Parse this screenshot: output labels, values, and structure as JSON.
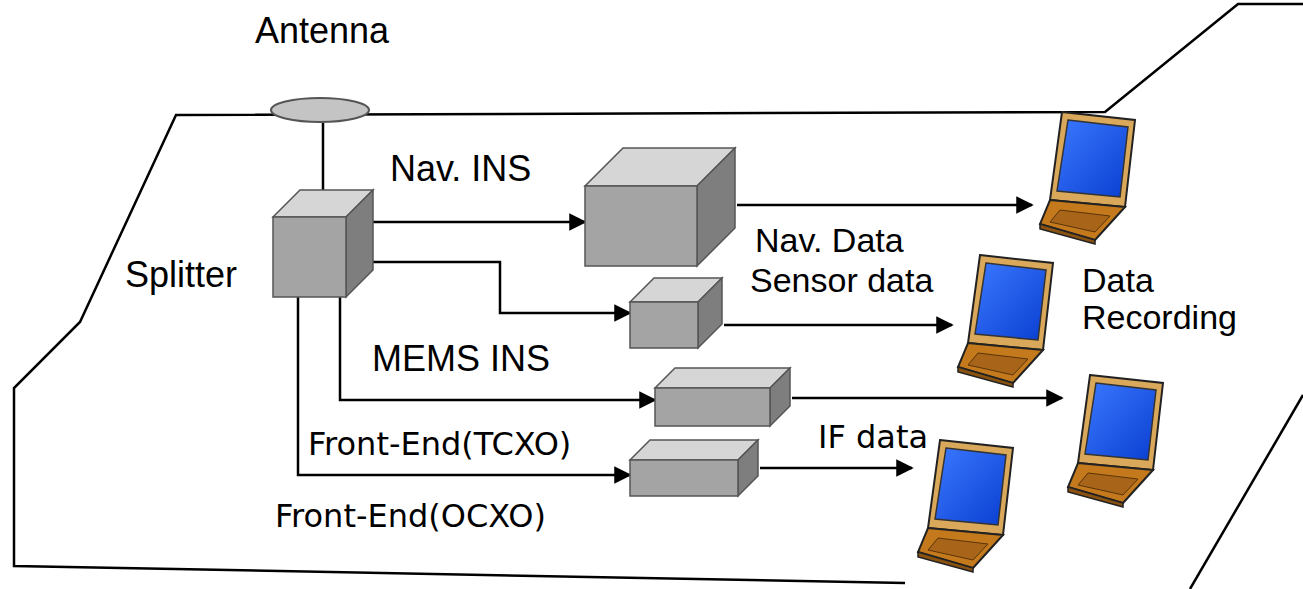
{
  "diagram": {
    "nodes": [
      {
        "text": [
          "Antenna"
        ]
      },
      {
        "text": [
          "Splitter"
        ]
      },
      {
        "text": [
          "Nav. INS"
        ]
      },
      {
        "text": [
          "MEMS INS"
        ]
      },
      {
        "text": [
          "Front-End(TCXO)"
        ]
      },
      {
        "text": [
          "Front-End(OCXO)"
        ]
      }
    ],
    "edges": [
      {
        "from": 0,
        "to": 1,
        "arrow": "none"
      },
      {
        "from": 1,
        "to": 2,
        "arrow": "to"
      },
      {
        "from": 1,
        "to": 3,
        "arrow": "to"
      },
      {
        "from": 1,
        "to": 4,
        "arrow": "to"
      },
      {
        "from": 1,
        "to": 5,
        "arrow": "to"
      }
    ],
    "labels": [
      "Nav. Data",
      "Sensor data",
      "Data Recording",
      "IF data"
    ]
  }
}
